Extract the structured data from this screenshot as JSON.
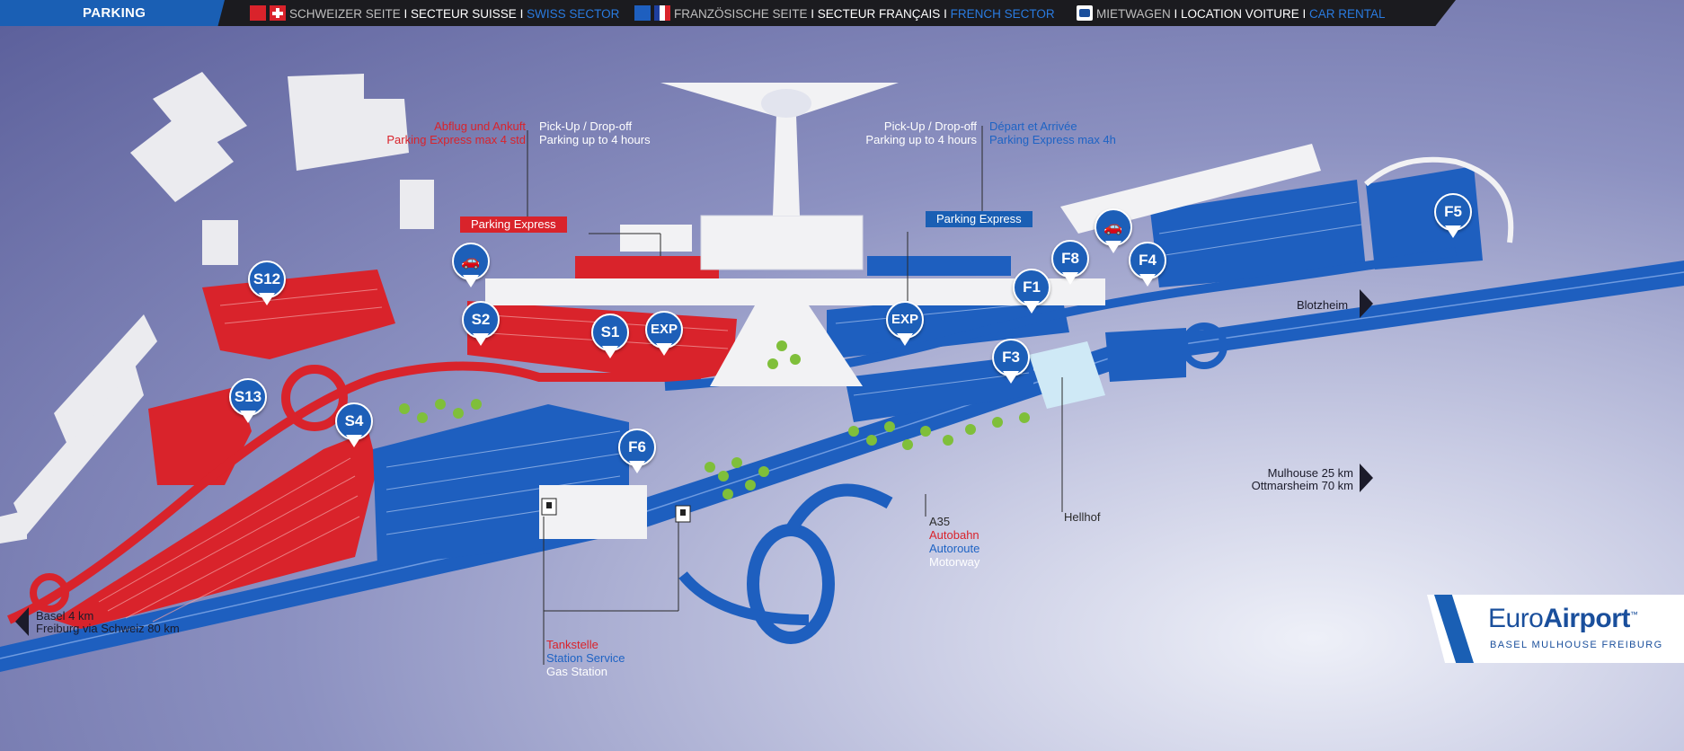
{
  "topbar": {
    "parking": "PARKING",
    "swiss": {
      "de": "SCHWEIZER SEITE",
      "sep1": " I ",
      "fr": "SECTEUR SUISSE",
      "sep2": " I ",
      "en": "SWISS SECTOR"
    },
    "french": {
      "de": "FRANZÖSISCHE SEITE",
      "sep1": " I ",
      "fr": "SECTEUR FRANÇAIS",
      "sep2": " I ",
      "en": "FRENCH SECTOR"
    },
    "rental": {
      "de": "MIETWAGEN",
      "sep1": " I ",
      "fr": "LOCATION VOITURE",
      "sep2": " I ",
      "en": "CAR RENTAL"
    }
  },
  "colors": {
    "swiss_red": "#d9232b",
    "french_blue": "#1e5fbf",
    "terminal_white": "#f2f2f4",
    "tree_green": "#7fbf3a"
  },
  "annotations": {
    "swiss_express": {
      "line1": "Abflug und Ankuft",
      "line2": "Parking Express max 4 std"
    },
    "swiss_pickup": {
      "line1": "Pick-Up / Drop-off",
      "line2": "Parking up to 4 hours"
    },
    "french_pickup": {
      "line1": "Pick-Up / Drop-off",
      "line2": "Parking up to 4 hours"
    },
    "french_express": {
      "line1": "Départ et Arrivée",
      "line2": "Parking Express max 4h"
    },
    "parking_express_swiss": "Parking Express",
    "parking_express_french": "Parking Express",
    "hellhof": "Hellhof",
    "a35": {
      "code": "A35",
      "de": "Autobahn",
      "fr": "Autoroute",
      "en": "Motorway"
    },
    "gas": {
      "de": "Tankstelle",
      "fr": "Station Service",
      "en": "Gas Station"
    }
  },
  "directions": {
    "blotzheim": "Blotzheim",
    "mulhouse": "Mulhouse 25 km",
    "ottmarsheim": "Ottmarsheim 70 km",
    "basel": "Basel 4 km",
    "freiburg": "Freiburg via Schweiz 80 km"
  },
  "pins": [
    {
      "id": "S12",
      "sector": "swiss",
      "icon": "parking-zone"
    },
    {
      "id": "S2",
      "sector": "swiss",
      "icon": "parking-zone"
    },
    {
      "id": "S1",
      "sector": "swiss",
      "icon": "parking-zone"
    },
    {
      "id": "EXP",
      "sector": "swiss",
      "icon": "parking-zone"
    },
    {
      "id": "S13",
      "sector": "swiss",
      "icon": "parking-zone"
    },
    {
      "id": "S4",
      "sector": "swiss",
      "icon": "parking-zone"
    },
    {
      "id": "F6",
      "sector": "french",
      "icon": "parking-zone"
    },
    {
      "id": "EXP",
      "sector": "french",
      "icon": "parking-zone"
    },
    {
      "id": "F3",
      "sector": "french",
      "icon": "parking-zone"
    },
    {
      "id": "F1",
      "sector": "french",
      "icon": "parking-zone"
    },
    {
      "id": "F8",
      "sector": "french",
      "icon": "parking-zone"
    },
    {
      "id": "F4",
      "sector": "french",
      "icon": "parking-zone"
    },
    {
      "id": "F5",
      "sector": "french",
      "icon": "parking-zone"
    }
  ],
  "rental_pins": [
    {
      "icon": "car-rental-icon",
      "sector": "swiss"
    },
    {
      "icon": "car-rental-icon",
      "sector": "french"
    }
  ],
  "logo": {
    "name_regular": "Euro",
    "name_bold": "Airport",
    "tm": "™",
    "subtitle": "BASEL  MULHOUSE  FREIBURG"
  }
}
